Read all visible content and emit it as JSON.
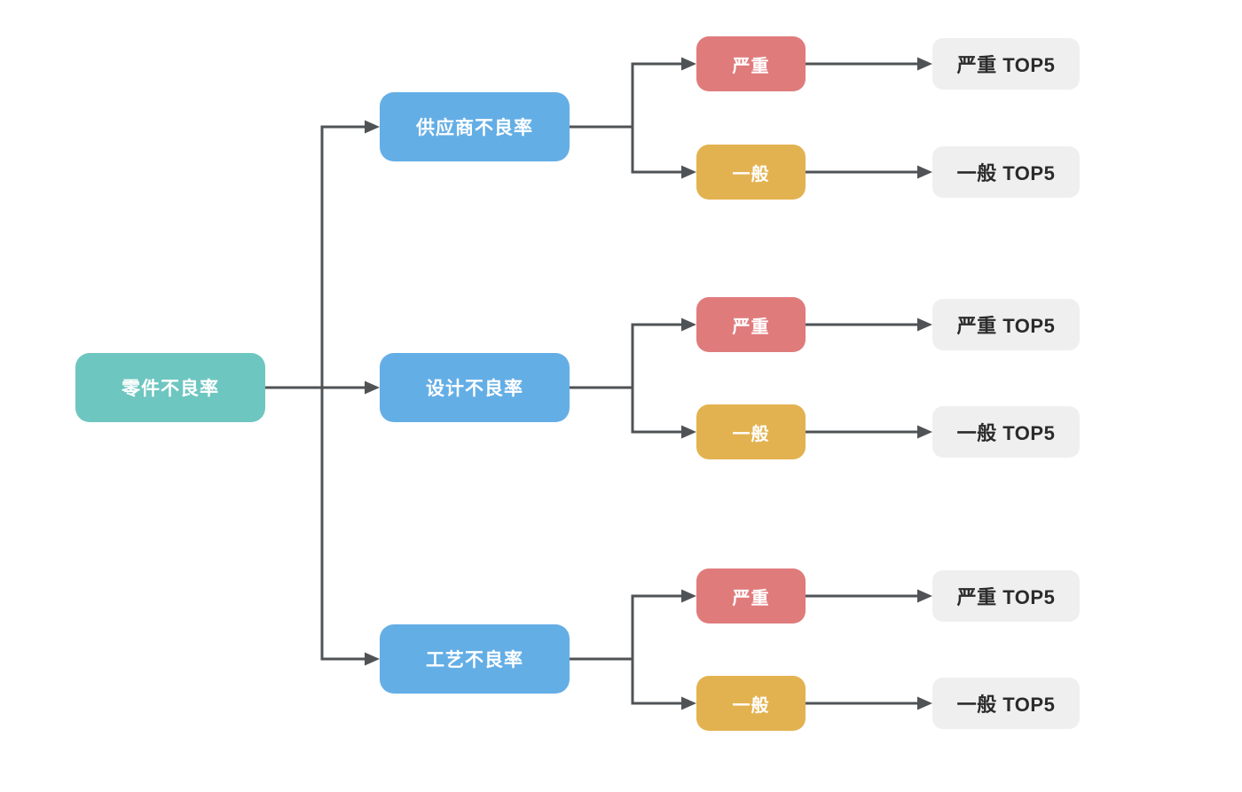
{
  "colors": {
    "root": "#6ec6c0",
    "branch": "#64aee6",
    "severe": "#e07b7c",
    "general": "#e3b250",
    "result_bg": "#efefef",
    "result_text": "#2b2b2b",
    "line": "#4f5356",
    "node_text": "#ffffff"
  },
  "root": {
    "label": "零件不良率"
  },
  "branches": [
    {
      "label": "供应商不良率",
      "children": [
        {
          "label": "严重",
          "result": "严重 TOP5"
        },
        {
          "label": "一般",
          "result": "一般 TOP5"
        }
      ]
    },
    {
      "label": "设计不良率",
      "children": [
        {
          "label": "严重",
          "result": "严重 TOP5"
        },
        {
          "label": "一般",
          "result": "一般 TOP5"
        }
      ]
    },
    {
      "label": "工艺不良率",
      "children": [
        {
          "label": "严重",
          "result": "严重 TOP5"
        },
        {
          "label": "一般",
          "result": "一般 TOP5"
        }
      ]
    }
  ]
}
